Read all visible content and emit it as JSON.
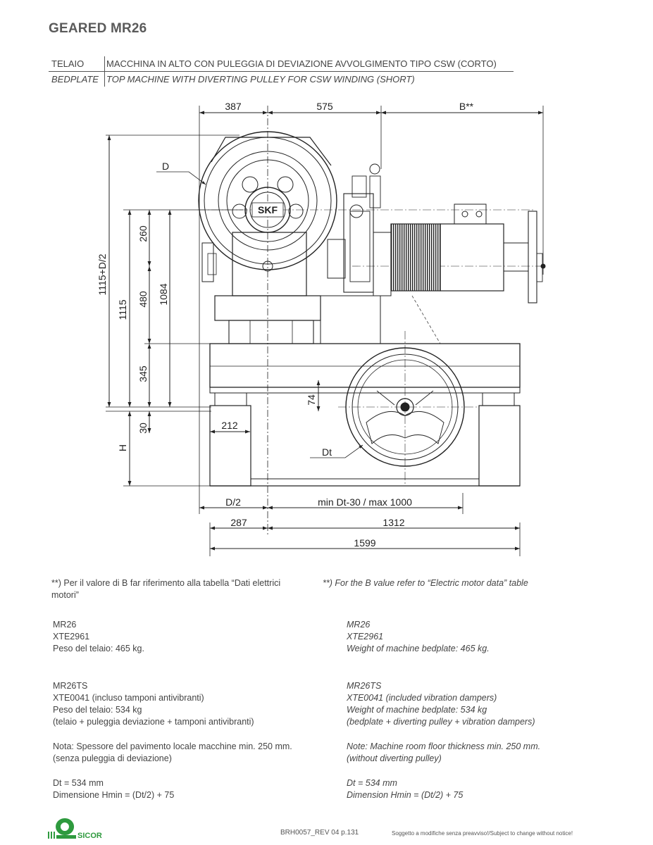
{
  "title": "GEARED MR26",
  "header": {
    "it_label": "TELAIO",
    "it_text": "MACCHINA IN ALTO CON PULEGGIA DI DEVIAZIONE AVVOLGIMENTO TIPO CSW (CORTO)",
    "en_label": "BEDPLATE",
    "en_text": "TOP MACHINE WITH DIVERTING PULLEY FOR CSW WINDING (SHORT)"
  },
  "drawing": {
    "dim_387": "387",
    "dim_575": "575",
    "dim_b": "B**",
    "label_d": "D",
    "dim_1115_d2": "1115+D/2",
    "dim_1115": "1115",
    "dim_260": "260",
    "dim_480": "480",
    "dim_1084": "1084",
    "dim_345": "345",
    "dim_74": "74",
    "dim_30": "30",
    "label_h": "H",
    "dim_212": "212",
    "label_dt": "Dt",
    "dim_d2": "D/2",
    "dim_min_max": "min Dt-30 / max 1000",
    "dim_287": "287",
    "dim_1312": "1312",
    "dim_1599": "1599",
    "brand_skf": "SKF"
  },
  "notes": {
    "b_it_1": "**) Per il valore di B far riferimento alla tabella “Dati elettrici",
    "b_it_2": "motori”",
    "b_en": "**) For the B value refer to “Electric motor data” table",
    "mr26_it": [
      "MR26",
      "XTE2961",
      "Peso del telaio: 465 kg."
    ],
    "mr26_en": [
      "MR26",
      "XTE2961",
      "Weight of machine bedplate: 465 kg."
    ],
    "mr26ts_it": [
      "MR26TS",
      "XTE0041 (incluso tamponi antivibranti)",
      "Peso del telaio: 534 kg",
      "(telaio + puleggia deviazione + tamponi antivibranti)"
    ],
    "mr26ts_en": [
      "MR26TS",
      "XTE0041 (included vibration dampers)",
      "Weight of machine bedplate: 534 kg",
      "(bedplate + diverting pulley + vibration dampers)"
    ],
    "floor_it": [
      "Nota: Spessore del pavimento locale macchine min. 250 mm.",
      "(senza puleggia di deviazione)"
    ],
    "floor_en": [
      "Note: Machine room floor thickness min. 250 mm.",
      "(without diverting pulley)"
    ],
    "dt_it": [
      "Dt = 534 mm",
      "Dimensione Hmin = (Dt/2) + 75"
    ],
    "dt_en": [
      "Dt = 534 mm",
      "Dimension Hmin = (Dt/2) + 75"
    ]
  },
  "footer": {
    "logo_text": "SICOR",
    "doc_ref": "BRH0057_REV 04 p.131",
    "disclaimer": "Soggetto a modifiche senza preavviso!/Subject to change without notice!"
  },
  "colors": {
    "logo_green": "#2e9a3e",
    "text": "#444444"
  }
}
